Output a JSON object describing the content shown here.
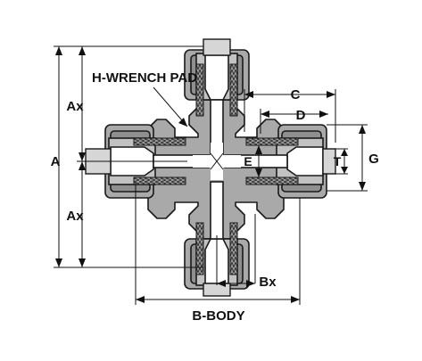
{
  "diagram": {
    "callout_label": "H-WRENCH PAD",
    "dimension_labels": {
      "a": "A",
      "ax_upper": "Ax",
      "ax_lower": "Ax",
      "c": "C",
      "d": "D",
      "e": "E",
      "t": "T",
      "g": "G",
      "bx": "Bx",
      "b_body": "B-BODY"
    },
    "colors": {
      "body_fill": "#a9a9a9",
      "body_dark": "#7d7d7d",
      "bore_fill": "#ffffff",
      "outline": "#1a1a1a",
      "dim_line": "#111111"
    }
  }
}
